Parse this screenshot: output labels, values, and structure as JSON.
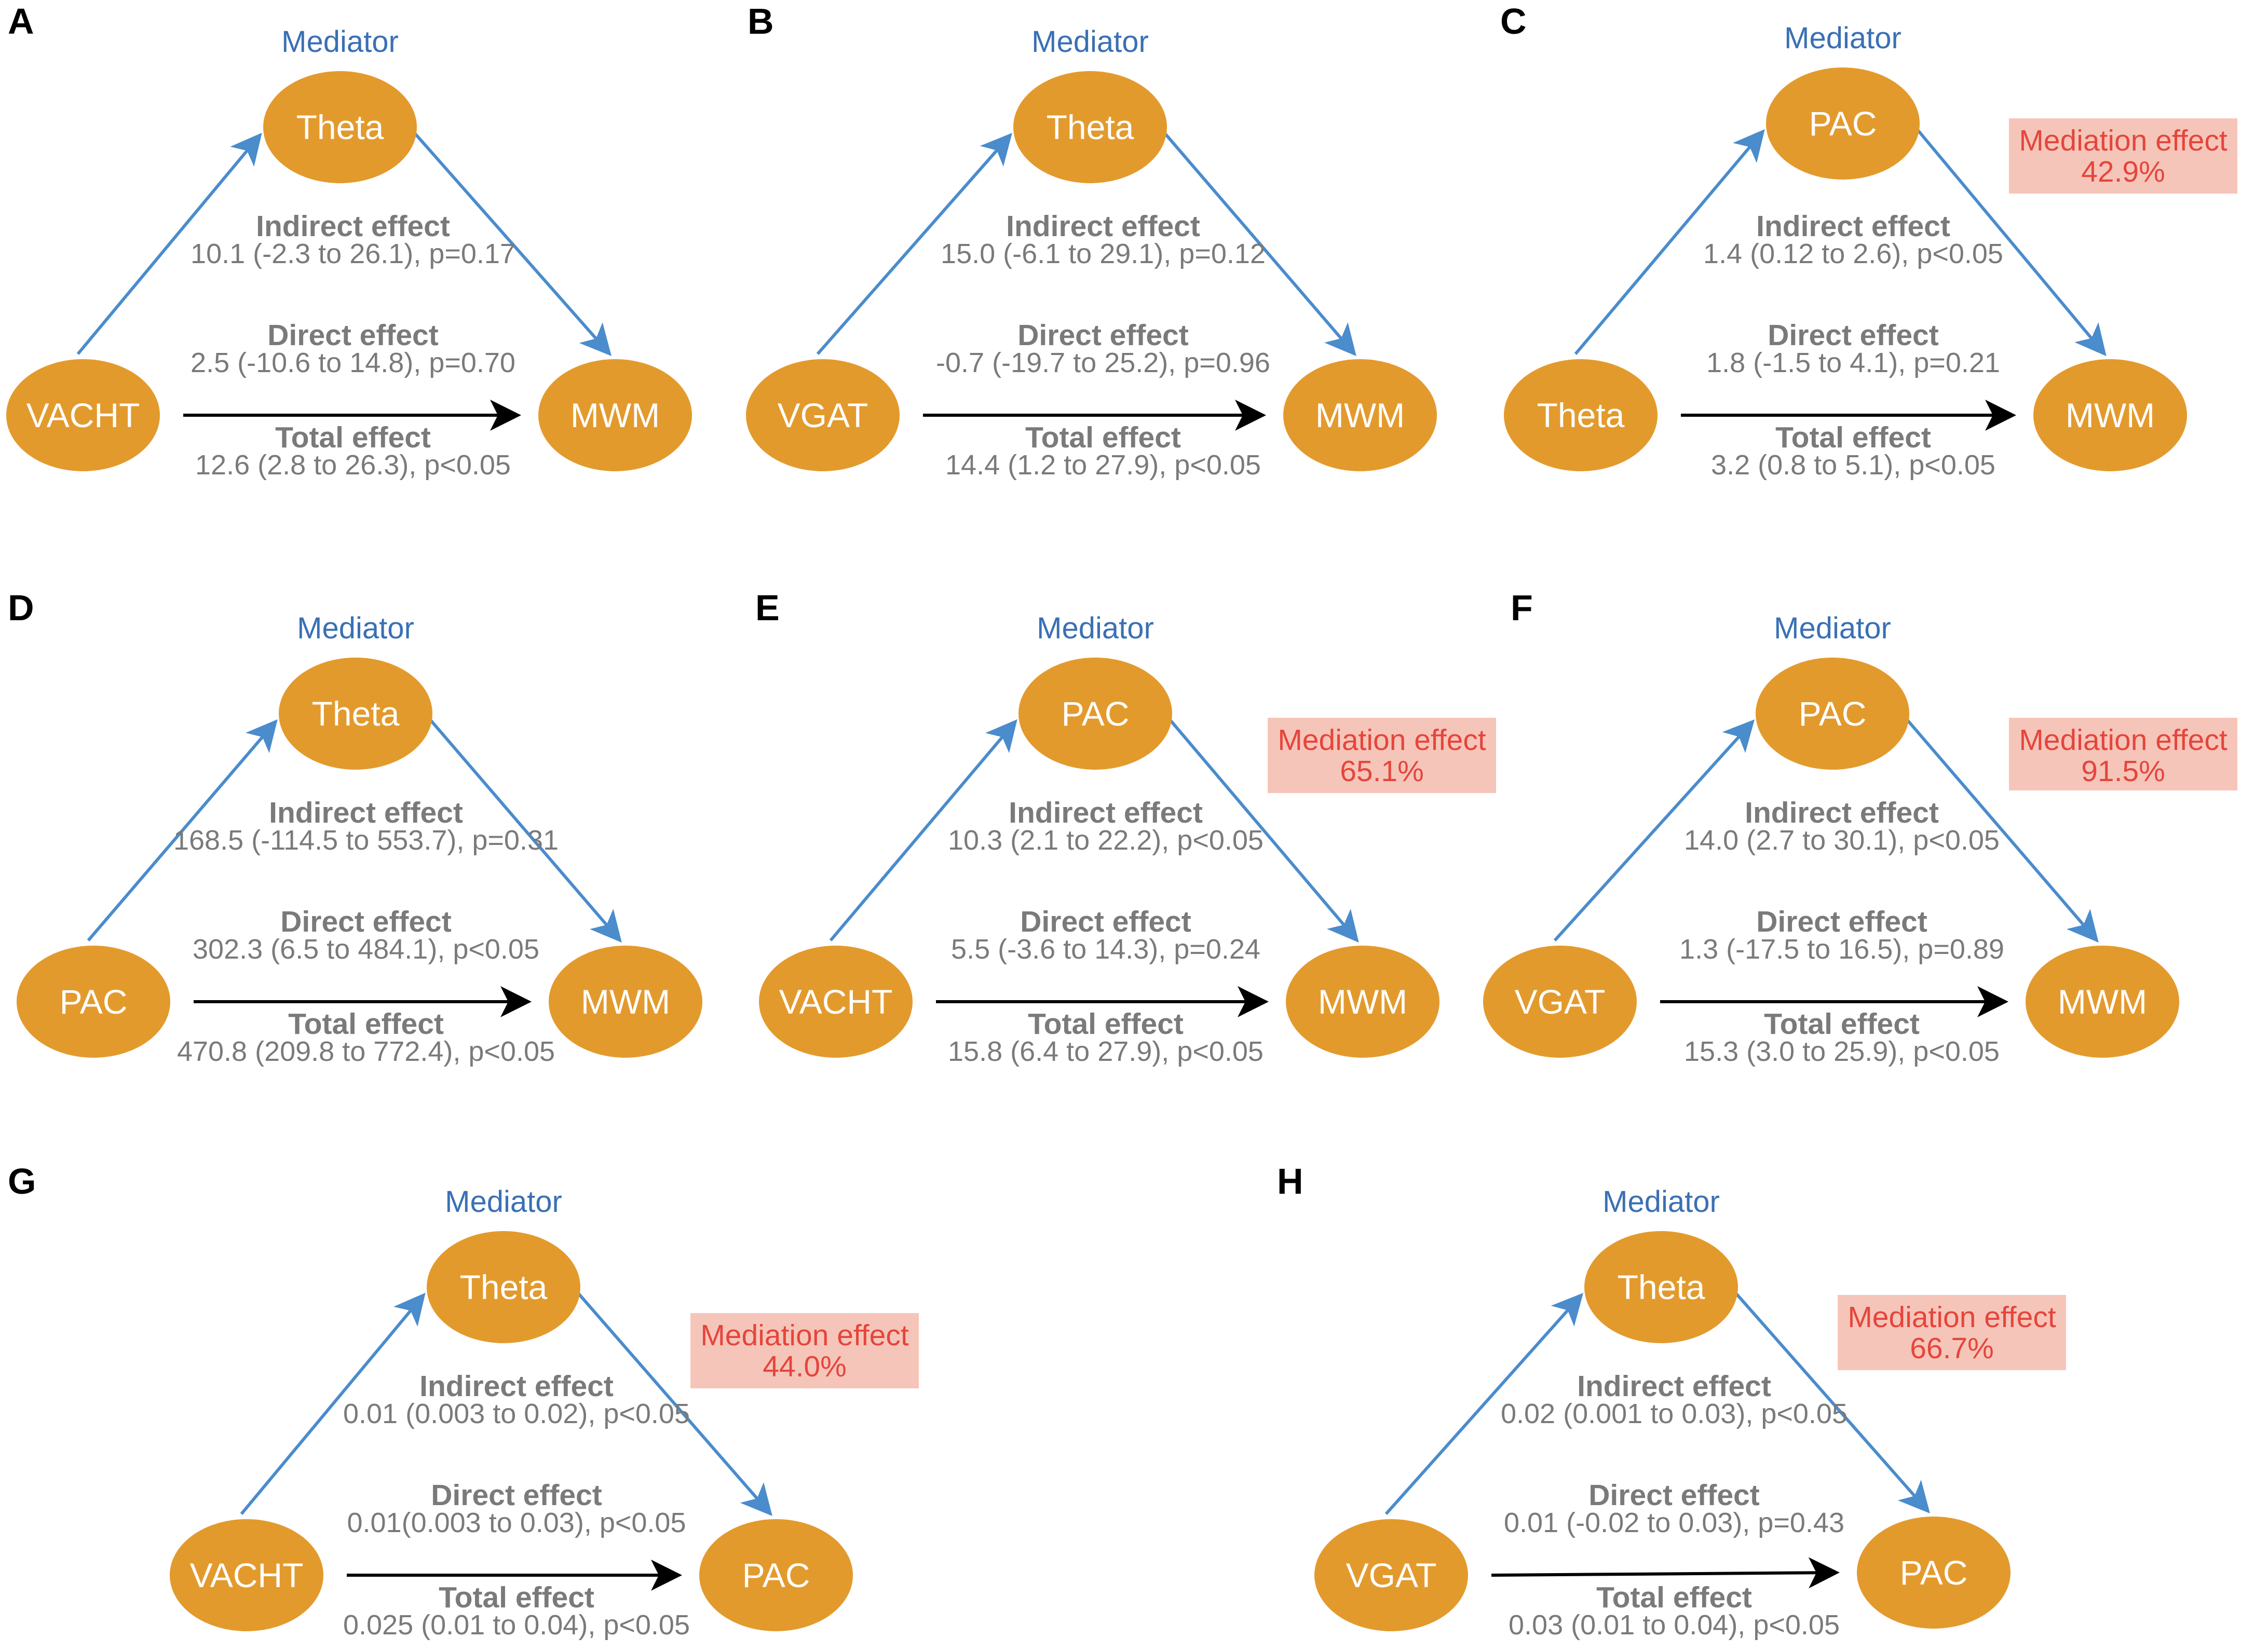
{
  "colors": {
    "node_fill": "#e39a2d",
    "node_text": "#ffffff",
    "mediator_word": "#3a70b4",
    "path_arrow": "#4a8ccc",
    "total_arrow": "#000000",
    "effect_text": "#7a7a7a",
    "mediation_box": "#f6c5b9",
    "mediation_text": "#e5453c"
  },
  "panels": [
    {
      "letter": "A",
      "mediator_word": "Mediator",
      "x_node": "VACHT",
      "m_node": "Theta",
      "y_node": "MWM",
      "indirect_title": "Indirect effect",
      "indirect_value": "10.1 (-2.3 to 26.1), p=0.17",
      "direct_title": "Direct effect",
      "direct_value": "2.5 (-10.6 to 14.8), p=0.70",
      "total_title": "Total effect",
      "total_value": "12.6 (2.8 to 26.3), p<0.05",
      "mediation_label": "",
      "mediation_value": ""
    },
    {
      "letter": "B",
      "mediator_word": "Mediator",
      "x_node": "VGAT",
      "m_node": "Theta",
      "y_node": "MWM",
      "indirect_title": "Indirect effect",
      "indirect_value": "15.0 (-6.1 to 29.1), p=0.12",
      "direct_title": "Direct effect",
      "direct_value": "-0.7 (-19.7 to 25.2), p=0.96",
      "total_title": "Total effect",
      "total_value": "14.4 (1.2 to 27.9), p<0.05",
      "mediation_label": "",
      "mediation_value": ""
    },
    {
      "letter": "C",
      "mediator_word": "Mediator",
      "x_node": "Theta",
      "m_node": "PAC",
      "y_node": "MWM",
      "indirect_title": "Indirect effect",
      "indirect_value": "1.4 (0.12 to 2.6), p<0.05",
      "direct_title": "Direct effect",
      "direct_value": "1.8 (-1.5 to 4.1), p=0.21",
      "total_title": "Total effect",
      "total_value": "3.2 (0.8 to 5.1), p<0.05",
      "mediation_label": "Mediation effect",
      "mediation_value": "42.9%"
    },
    {
      "letter": "D",
      "mediator_word": "Mediator",
      "x_node": "PAC",
      "m_node": "Theta",
      "y_node": "MWM",
      "indirect_title": "Indirect effect",
      "indirect_value": "168.5 (-114.5 to 553.7), p=0.31",
      "direct_title": "Direct effect",
      "direct_value": "302.3 (6.5 to 484.1), p<0.05",
      "total_title": "Total effect",
      "total_value": "470.8 (209.8 to 772.4), p<0.05",
      "mediation_label": "",
      "mediation_value": ""
    },
    {
      "letter": "E",
      "mediator_word": "Mediator",
      "x_node": "VACHT",
      "m_node": "PAC",
      "y_node": "MWM",
      "indirect_title": "Indirect effect",
      "indirect_value": "10.3 (2.1 to 22.2), p<0.05",
      "direct_title": "Direct effect",
      "direct_value": "5.5 (-3.6 to 14.3), p=0.24",
      "total_title": "Total effect",
      "total_value": "15.8 (6.4 to 27.9), p<0.05",
      "mediation_label": "Mediation effect",
      "mediation_value": "65.1%"
    },
    {
      "letter": "F",
      "mediator_word": "Mediator",
      "x_node": "VGAT",
      "m_node": "PAC",
      "y_node": "MWM",
      "indirect_title": "Indirect effect",
      "indirect_value": "14.0 (2.7 to 30.1), p<0.05",
      "direct_title": "Direct effect",
      "direct_value": "1.3 (-17.5 to 16.5), p=0.89",
      "total_title": "Total effect",
      "total_value": "15.3 (3.0 to 25.9), p<0.05",
      "mediation_label": "Mediation effect",
      "mediation_value": "91.5%"
    },
    {
      "letter": "G",
      "mediator_word": "Mediator",
      "x_node": "VACHT",
      "m_node": "Theta",
      "y_node": "PAC",
      "indirect_title": "Indirect effect",
      "indirect_value": "0.01 (0.003 to 0.02), p<0.05",
      "direct_title": "Direct effect",
      "direct_value": "0.01(0.003 to 0.03), p<0.05",
      "total_title": "Total effect",
      "total_value": "0.025 (0.01 to 0.04), p<0.05",
      "mediation_label": "Mediation effect",
      "mediation_value": "44.0%"
    },
    {
      "letter": "H",
      "mediator_word": "Mediator",
      "x_node": "VGAT",
      "m_node": "Theta",
      "y_node": "PAC",
      "indirect_title": "Indirect effect",
      "indirect_value": "0.02 (0.001 to 0.03), p<0.05",
      "direct_title": "Direct effect",
      "direct_value": "0.01 (-0.02 to 0.03), p=0.43",
      "total_title": "Total effect",
      "total_value": "0.03 (0.01 to 0.04), p<0.05",
      "mediation_label": "Mediation effect",
      "mediation_value": "66.7%"
    }
  ]
}
